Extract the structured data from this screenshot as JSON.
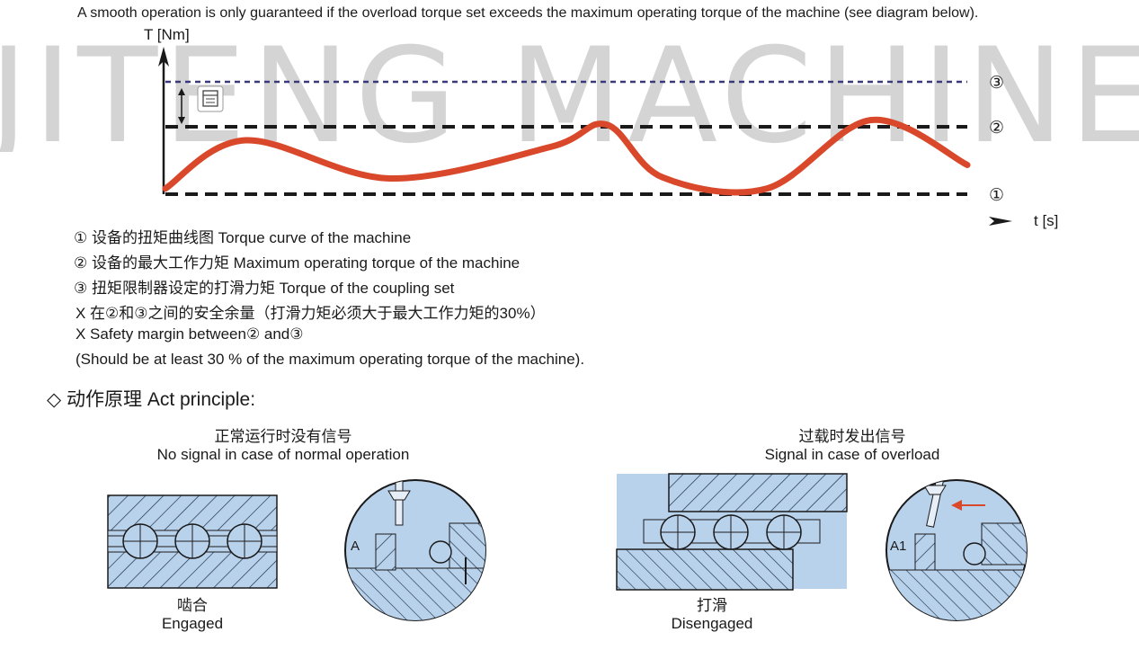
{
  "intro_text": "A smooth operation is only guaranteed if the overload torque set exceeds the maximum operating torque of the machine (see diagram below).",
  "watermark": "JITENG MACHINERY",
  "chart_data": {
    "type": "line",
    "title": "",
    "xlabel": "t [s]",
    "ylabel": "T [Nm]",
    "reference_lines": [
      {
        "label": "①",
        "level": 0.0,
        "style": "dashed",
        "color": "#1a1a1a"
      },
      {
        "label": "②",
        "level": 0.6,
        "style": "dashed",
        "color": "#1a1a1a"
      },
      {
        "label": "③",
        "level": 1.0,
        "style": "dotted",
        "color": "#3a3a7a"
      }
    ],
    "series": [
      {
        "color": "#d9482b",
        "x": [
          0,
          0.1,
          0.28,
          0.48,
          0.55,
          0.62,
          0.75,
          0.88,
          1.0
        ],
        "values": [
          0.05,
          0.48,
          0.14,
          0.42,
          0.62,
          0.15,
          0.05,
          0.66,
          0.26
        ]
      }
    ],
    "grid": false,
    "legend": "none"
  },
  "legend_items": [
    "① 设备的扭矩曲线图  Torque curve of the machine",
    "② 设备的最大工作力矩  Maximum operating torque of the machine",
    "③ 扭矩限制器设定的打滑力矩   Torque of the coupling set"
  ],
  "notes": [
    "X 在②和③之间的安全余量（打滑力矩必须大于最大工作力矩的30%）",
    "X Safety margin between②  and③",
    "(Should be  at least 30 % of the maximum operating torque of the machine)."
  ],
  "section": {
    "title": "◇ 动作原理  Act principle:"
  },
  "panels": [
    {
      "heading_cn": "正常运行时没有信号",
      "heading_en": "No signal in case of normal operation",
      "caption_cn": "啮合",
      "caption_en": "Engaged",
      "detail_label": "A"
    },
    {
      "heading_cn": "过载时发出信号",
      "heading_en": "Signal in case of overload",
      "caption_cn": "打滑",
      "caption_en": "Disengaged",
      "detail_label": "A1"
    }
  ],
  "colors": {
    "curve": "#d9482b",
    "diagram_blue": "#b9d2ec",
    "arrow_red": "#d9482b"
  }
}
